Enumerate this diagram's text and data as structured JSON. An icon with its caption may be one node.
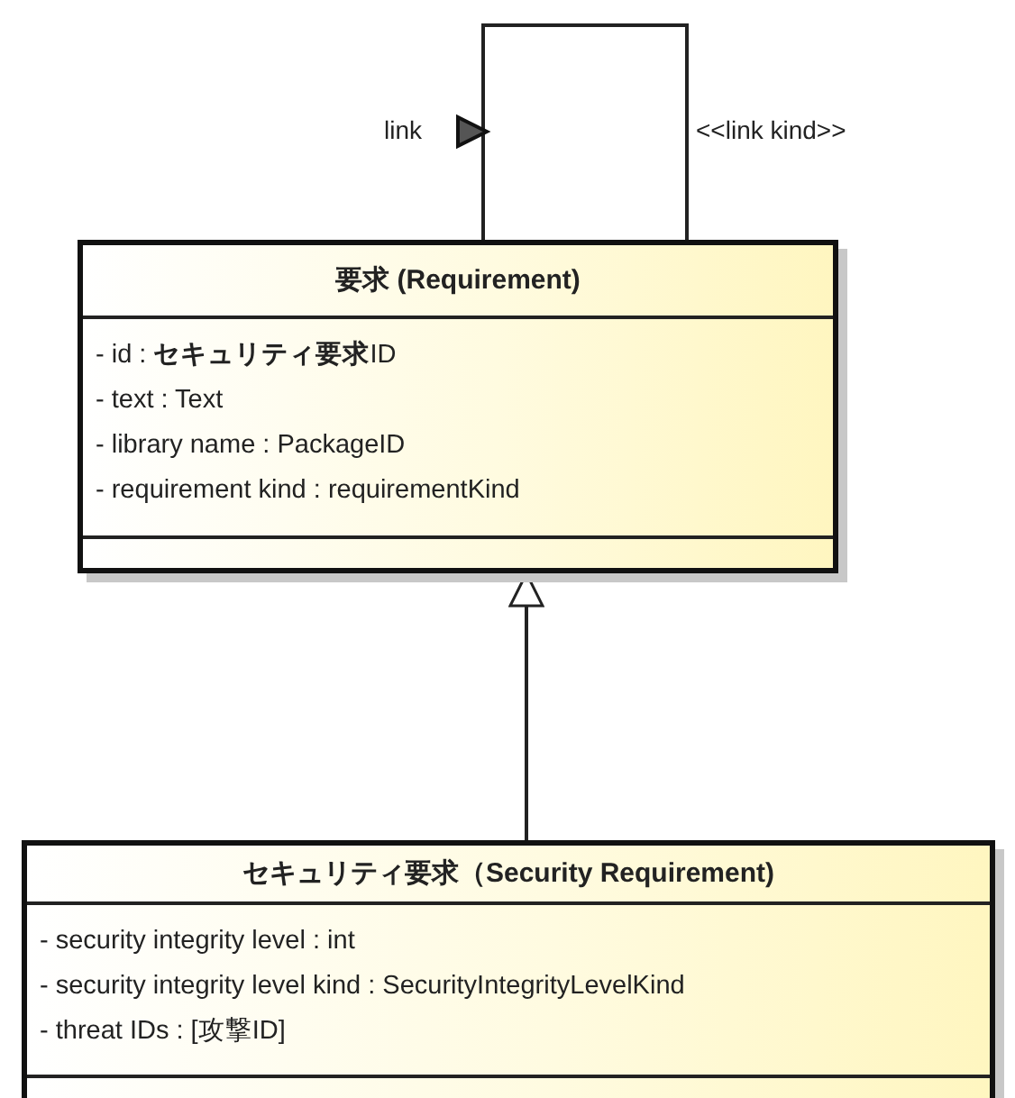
{
  "diagram": {
    "nodes": [
      {
        "text": [
          "要求 (Requirement)",
          "- id : **セキュリティ要求**ID",
          "- text : Text",
          "- library name : PackageID",
          "- requirement kind : requirementKind"
        ]
      },
      {
        "text": [
          "セキュリティ要求（Security Requirement)",
          "- security integrity level : int",
          "- security integrity level kind : SecurityIntegrityLevelKind",
          "- threat IDs : [攻撃ID]"
        ]
      }
    ],
    "edges": [
      {
        "from": 0,
        "to": 0,
        "arrow": "none",
        "label": "<<link kind>>"
      },
      {
        "from": 1,
        "to": 0,
        "arrow": "to"
      }
    ],
    "labels": [
      "link"
    ]
  }
}
